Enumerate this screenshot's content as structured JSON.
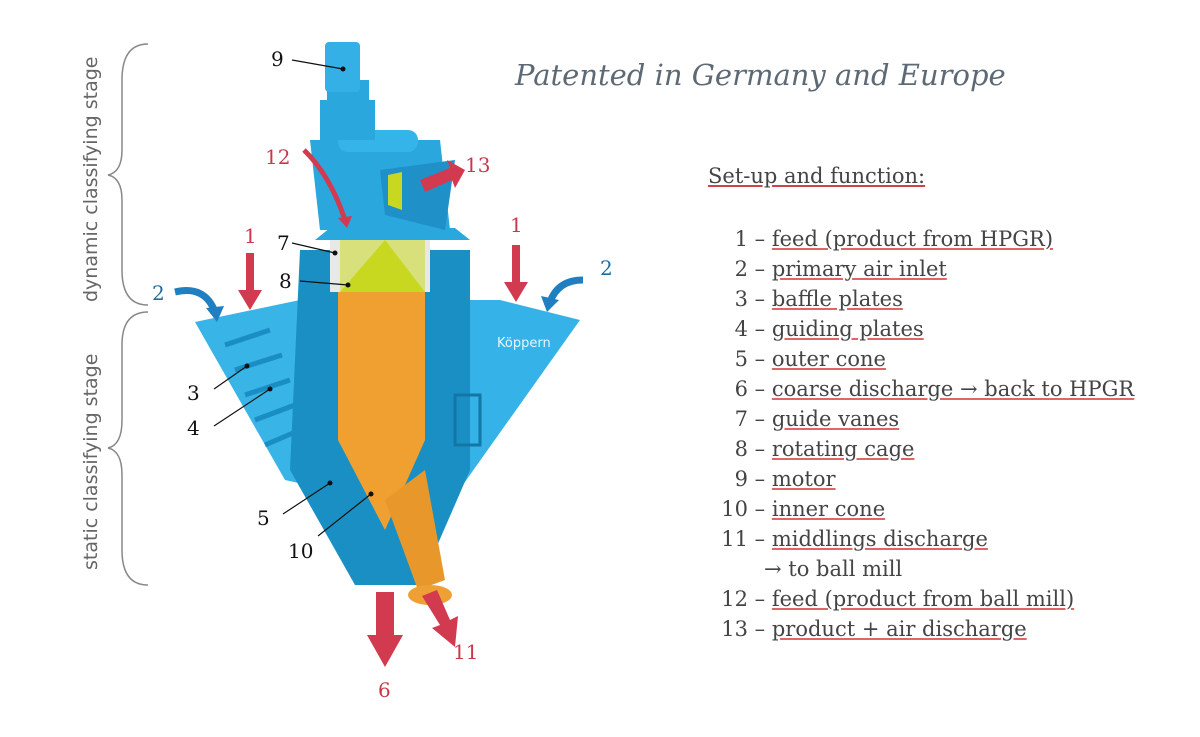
{
  "title": "Patented in Germany and Europe",
  "subheading": "Set-up and function:",
  "stages": {
    "dynamic": "dynamic classifying stage",
    "static": "static classifying stage"
  },
  "brand": "Köppern",
  "callouts": [
    "1",
    "2",
    "3",
    "4",
    "5",
    "6",
    "7",
    "8",
    "9",
    "10",
    "11",
    "12",
    "13"
  ],
  "legend": [
    {
      "num": "1",
      "text": "feed (product from HPGR)"
    },
    {
      "num": "2",
      "text": "primary air inlet"
    },
    {
      "num": "3",
      "text": "baffle plates"
    },
    {
      "num": "4",
      "text": "guiding plates"
    },
    {
      "num": "5",
      "text": "outer cone"
    },
    {
      "num": "6",
      "text": "coarse discharge → back to HPGR"
    },
    {
      "num": "7",
      "text": "guide vanes"
    },
    {
      "num": "8",
      "text": "rotating cage"
    },
    {
      "num": "9",
      "text": "motor"
    },
    {
      "num": "10",
      "text": "inner cone"
    },
    {
      "num": "11",
      "text": "middlings discharge",
      "cont": "→ to ball mill"
    },
    {
      "num": "12",
      "text": "feed (product from ball mill)"
    },
    {
      "num": "13",
      "text": "product + air discharge"
    }
  ],
  "colors": {
    "blue": "#2aa7dc",
    "darkblue": "#1482b4",
    "orange": "#f0a030",
    "yellow": "#c8d820",
    "red": "#d23a50",
    "air": "#1f7fc0"
  }
}
